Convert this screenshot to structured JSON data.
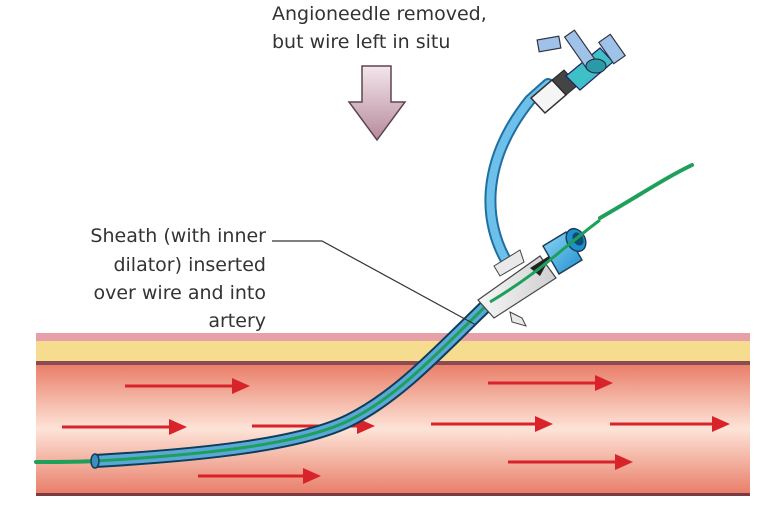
{
  "top_caption": {
    "line1": "Angioneedle removed,",
    "line2": "but wire left in situ"
  },
  "sheath_caption": {
    "line1": "Sheath (with inner",
    "line2": "dilator) inserted",
    "line3": "over wire and into",
    "line4": "artery"
  },
  "colors": {
    "artery_wall_top": "#e8a0a8",
    "fat_layer": "#f6dc8e",
    "lumen": "#f4b59c",
    "flow_arrow": "#d8232a",
    "guidewire": "#1fa05a",
    "sheath": "#5aa7d8",
    "hub": "#3fb0e0",
    "down_arrow": "#c9a3b2"
  },
  "icons": {
    "down_arrow": "down-arrow-icon",
    "flow_arrows": "arrow-right-icon",
    "stopcock": "three-way-stopcock-icon"
  }
}
